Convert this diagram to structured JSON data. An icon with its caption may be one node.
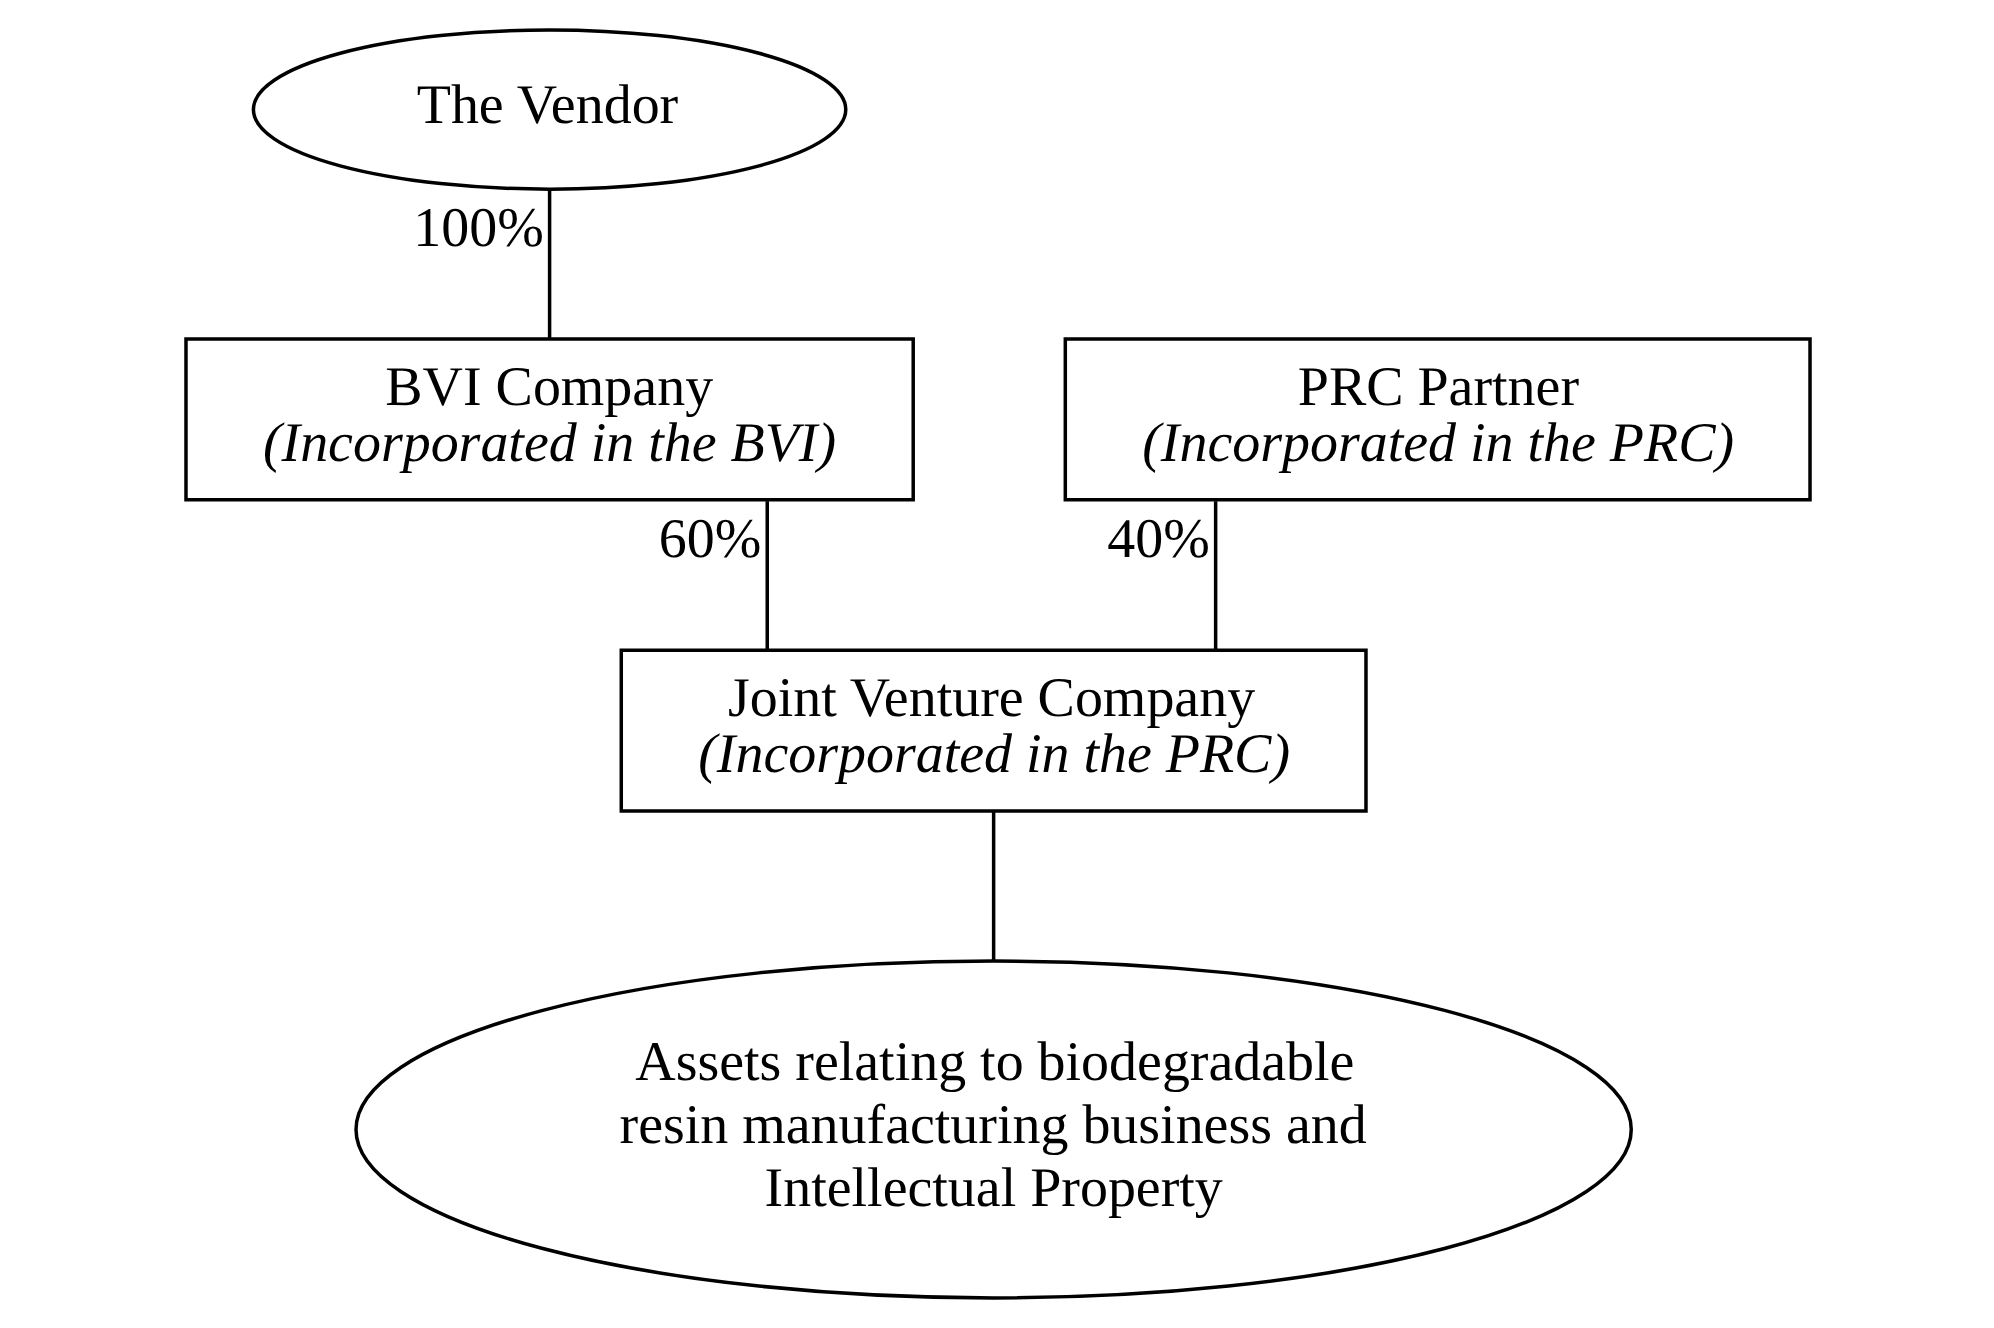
{
  "diagram": {
    "nodes": [
      {
        "text": [
          "The Vendor"
        ]
      },
      {
        "text": [
          "PRC Partner",
          "(Incorporated in the PRC)"
        ]
      },
      {
        "text": [
          "BVI Company",
          "(Incorporated in the BVI)"
        ]
      },
      {
        "text": [
          "Joint Venture Company",
          "(Incorporated in the PRC)"
        ]
      },
      {
        "text": [
          "Assets relating to biodegradable resin manufacturing business and Intellectual Property"
        ]
      }
    ],
    "edges": [
      {
        "from": 0,
        "to": 2,
        "arrow": "none",
        "label": "100%"
      },
      {
        "from": 1,
        "to": 3,
        "arrow": "none",
        "label": "40%"
      },
      {
        "from": 2,
        "to": 3,
        "arrow": "none",
        "label": "60%"
      },
      {
        "from": 3,
        "to": 4,
        "arrow": "none"
      }
    ]
  }
}
